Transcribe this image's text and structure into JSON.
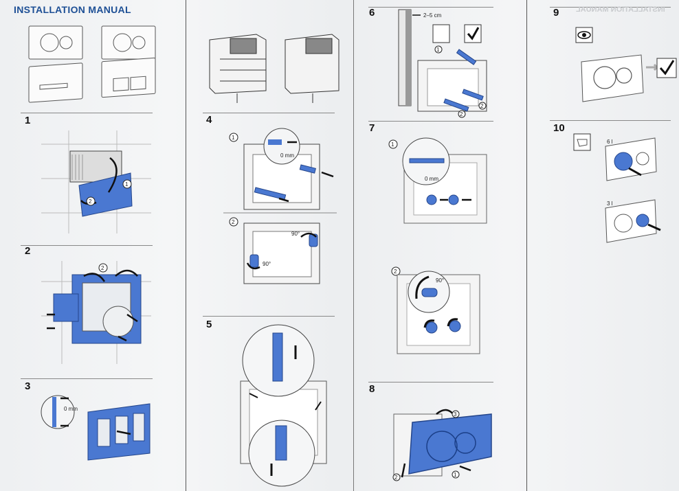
{
  "header": {
    "title": "INSTALLATION MANUAL",
    "mirrored_title": "INSTALLATION MANUAL"
  },
  "steps": {
    "s1": "1",
    "s2": "2",
    "s3": "3",
    "s4": "4",
    "s5": "5",
    "s6": "6",
    "s7": "7",
    "s8": "8",
    "s9": "9",
    "s10": "10"
  },
  "labels": {
    "zero_mm": "0 mm",
    "spacing": "2–5 cm",
    "angle": "90°",
    "flush_large": "6 l",
    "flush_small": "3 l",
    "sub1": "1",
    "sub2": "2",
    "sub3": "3"
  },
  "colors": {
    "accent_blue": "#4a78d1",
    "title_blue": "#1d4f95",
    "line_gray": "#888888"
  }
}
